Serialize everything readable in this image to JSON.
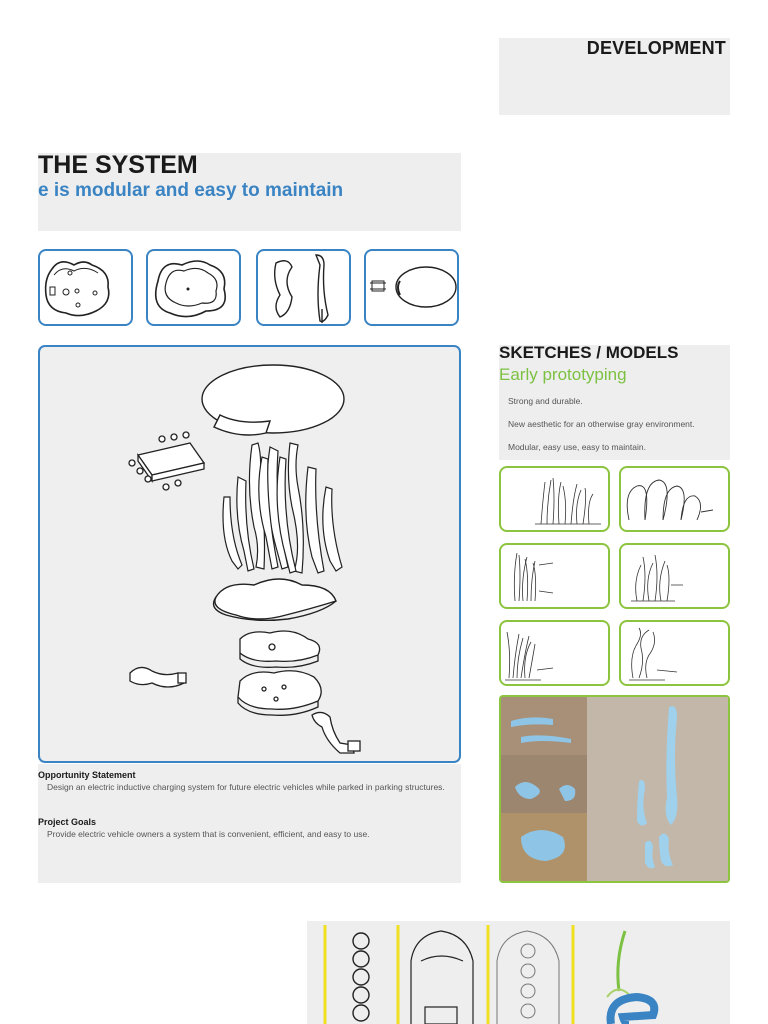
{
  "header": {
    "section_title": "DEVELOPMENT"
  },
  "system": {
    "title": "THE SYSTEM",
    "subtitle": "e is modular and easy to maintain"
  },
  "thumbnails": [
    {
      "name": "base-plate-icon"
    },
    {
      "name": "pad-frame-icon"
    },
    {
      "name": "connector-stems-icon"
    },
    {
      "name": "chip-and-cover-icon"
    }
  ],
  "exploded_view": {
    "name": "exploded-assembly-drawing"
  },
  "opportunity": {
    "heading": "Opportunity Statement",
    "text": "Design an electric inductive charging system for future electric vehicles while parked in parking structures."
  },
  "goals": {
    "heading": "Project Goals",
    "text": "Provide electric vehicle owners a system that is convenient, efficient, and easy to use."
  },
  "sketches": {
    "title": "SKETCHES / MODELS",
    "subtitle": "Early prototyping",
    "lines": [
      "Strong and durable.",
      "New aesthetic for an otherwise gray environment.",
      "Modular, easy use, easy to maintain."
    ]
  },
  "colors": {
    "blue": "#3b84c4",
    "green": "#7cc142",
    "panel_gray": "#eeeeee"
  }
}
